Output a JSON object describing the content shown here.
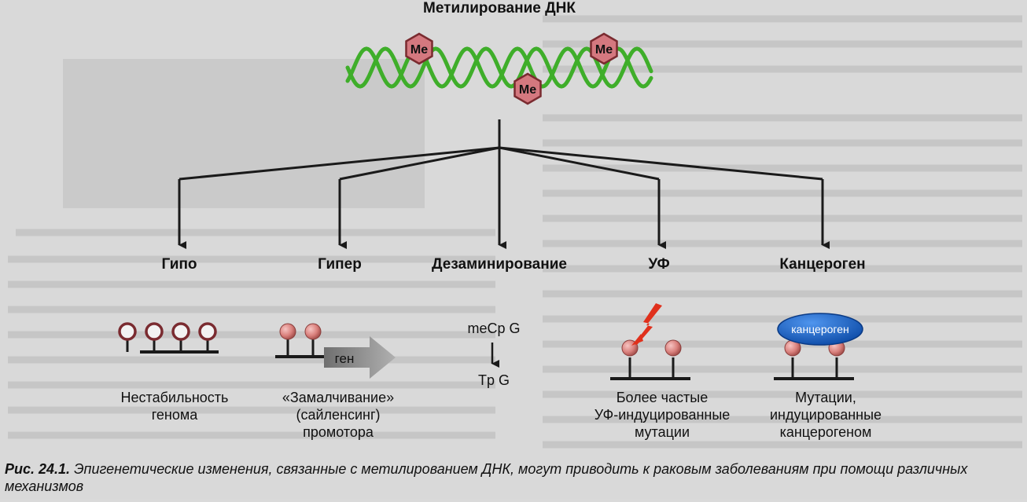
{
  "diagram": {
    "title": "Метилирование ДНК",
    "methyl_tag": "Ме",
    "branches": [
      {
        "label": "Гипо",
        "description": "Нестабильность\nгенома"
      },
      {
        "label": "Гипер",
        "description": "«Замалчивание»\n(сайленсинг)\nпромотора"
      },
      {
        "label": "Дезаминирование",
        "description": ""
      },
      {
        "label": "УФ",
        "description": "Более частые\nУФ-индуцированные\nмутации"
      },
      {
        "label": "Канцероген",
        "description": "Мутации,\nиндуцированные\nканцерогеном"
      }
    ],
    "gene_label": "ген",
    "deamination_from": "meCp G",
    "deamination_to": "Tp G",
    "carcinogen_label": "канцероген"
  },
  "caption": {
    "prefix": "Рис. 24.1.",
    "text": " Эпигенетические изменения, связанные с метилированием ДНК, могут приводить к раковым заболеваниям при помощи различных механизмов"
  },
  "colors": {
    "dna_strand": "#3fae2a",
    "methyl_fill": "#d4787f",
    "methyl_stroke": "#7a2b30",
    "gene_arrow": "#8f8f8f",
    "carcinogen_fill": "#1763c9",
    "lightning": "#e0301c",
    "line": "#1a1a1a"
  }
}
